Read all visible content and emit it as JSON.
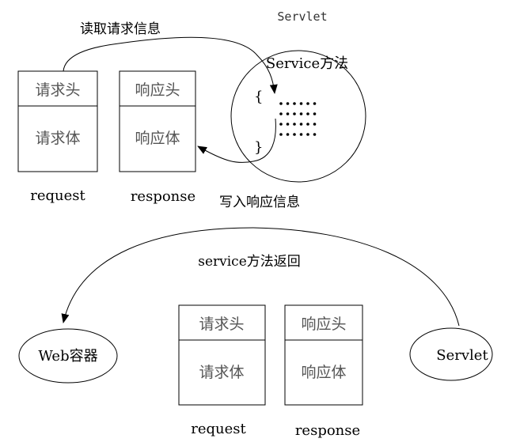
{
  "top": {
    "servlet_label": "Servlet",
    "service_method_label": "Service方法",
    "read_request_label": "读取请求信息",
    "write_response_label": "写入响应信息",
    "open_brace": "{",
    "close_brace": "}",
    "request": {
      "header": "请求头",
      "body": "请求体",
      "name": "request"
    },
    "response": {
      "header": "响应头",
      "body": "响应体",
      "name": "response"
    }
  },
  "bottom": {
    "return_label": "service方法返回",
    "web_container_label": "Web容器",
    "servlet_label": "Servlet",
    "request": {
      "header": "请求头",
      "body": "请求体",
      "name": "request"
    },
    "response": {
      "header": "响应头",
      "body": "响应体",
      "name": "response"
    }
  }
}
